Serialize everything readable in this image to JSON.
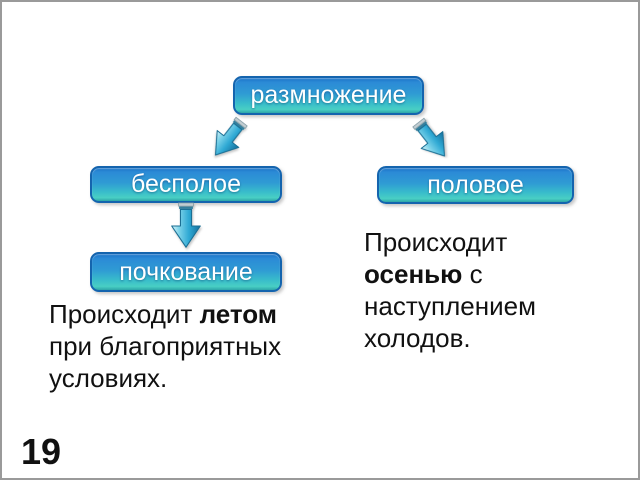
{
  "slide": {
    "page_number": "19",
    "diagram": {
      "root_label": "размножение",
      "left_child_label": "бесполое",
      "right_child_label": "половое",
      "left_grandchild_label": "почкование"
    },
    "notes": {
      "left": {
        "pre": "Происходит ",
        "bold": "летом",
        "post": " при благоприятных условиях."
      },
      "right": {
        "pre": "Происходит ",
        "bold": "осенью",
        "post": " с наступлением холодов."
      }
    },
    "colors": {
      "node_gradient_top": "#1a71c6",
      "node_gradient_mid": "#2f9bd4",
      "node_gradient_bottom": "#49cfc4",
      "node_border": "#1464ae",
      "node_text": "#ffffff",
      "arrow_light": "#d6f3f9",
      "arrow_mid": "#2fa9d4",
      "arrow_dark": "#156f9c",
      "slide_border": "#9a9a9a",
      "body_text": "#111111"
    }
  }
}
